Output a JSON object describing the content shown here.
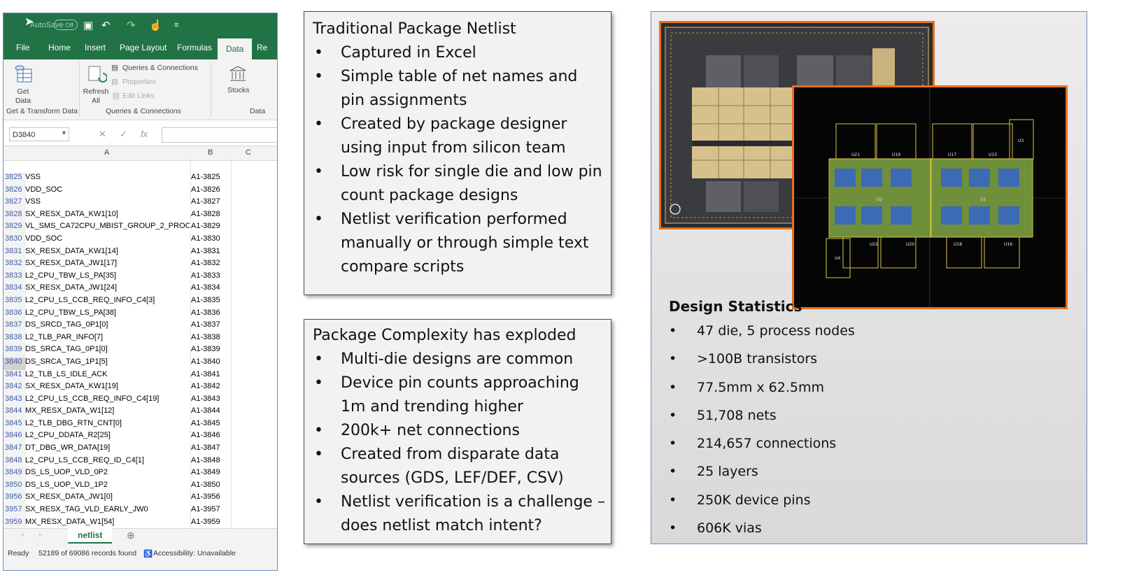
{
  "excel": {
    "autosave_label": "AutoSave",
    "autosave_state": "Off",
    "ribbon_tabs": [
      "File",
      "Home",
      "Insert",
      "Page Layout",
      "Formulas",
      "Data",
      "Re"
    ],
    "active_tab": "Data",
    "ribbon": {
      "get_data": "Get Data",
      "refresh_all": "Refresh All",
      "queries_connections": "Queries & Connections",
      "properties": "Properties",
      "edit_links": "Edit Links",
      "stocks": "Stocks",
      "group_get_transform": "Get & Transform Data",
      "group_queries": "Queries & Connections",
      "group_data": "Data"
    },
    "name_box": "D3840",
    "fx_label": "fx",
    "columns": [
      "A",
      "B",
      "C"
    ],
    "selected_row": "3840",
    "rows": [
      {
        "num": "3825",
        "a": "VSS",
        "b": "A1-3825"
      },
      {
        "num": "3826",
        "a": "VDD_SOC",
        "b": "A1-3826"
      },
      {
        "num": "3827",
        "a": "VSS",
        "b": "A1-3827"
      },
      {
        "num": "3828",
        "a": "SX_RESX_DATA_KW1[10]",
        "b": "A1-3828"
      },
      {
        "num": "3829",
        "a": "VL_SMS_CA72CPU_MBIST_GROUP_2_PROC",
        "b": "A1-3829"
      },
      {
        "num": "3830",
        "a": "VDD_SOC",
        "b": "A1-3830"
      },
      {
        "num": "3831",
        "a": "SX_RESX_DATA_KW1[14]",
        "b": "A1-3831"
      },
      {
        "num": "3832",
        "a": "SX_RESX_DATA_JW1[17]",
        "b": "A1-3832"
      },
      {
        "num": "3833",
        "a": "L2_CPU_TBW_LS_PA[35]",
        "b": "A1-3833"
      },
      {
        "num": "3834",
        "a": "SX_RESX_DATA_JW1[24]",
        "b": "A1-3834"
      },
      {
        "num": "3835",
        "a": "L2_CPU_LS_CCB_REQ_INFO_C4[3]",
        "b": "A1-3835"
      },
      {
        "num": "3836",
        "a": "L2_CPU_TBW_LS_PA[38]",
        "b": "A1-3836"
      },
      {
        "num": "3837",
        "a": "DS_SRCD_TAG_0P1[0]",
        "b": "A1-3837"
      },
      {
        "num": "3838",
        "a": "L2_TLB_PAR_INFO[7]",
        "b": "A1-3838"
      },
      {
        "num": "3839",
        "a": "DS_SRCA_TAG_0P1[0]",
        "b": "A1-3839"
      },
      {
        "num": "3840",
        "a": "DS_SRCA_TAG_1P1[5]",
        "b": "A1-3840"
      },
      {
        "num": "3841",
        "a": "L2_TLB_LS_IDLE_ACK",
        "b": "A1-3841"
      },
      {
        "num": "3842",
        "a": "SX_RESX_DATA_KW1[19]",
        "b": "A1-3842"
      },
      {
        "num": "3843",
        "a": "L2_CPU_LS_CCB_REQ_INFO_C4[19]",
        "b": "A1-3843"
      },
      {
        "num": "3844",
        "a": "MX_RESX_DATA_W1[12]",
        "b": "A1-3844"
      },
      {
        "num": "3845",
        "a": "L2_TLB_DBG_RTN_CNT[0]",
        "b": "A1-3845"
      },
      {
        "num": "3846",
        "a": "L2_CPU_DDATA_R2[25]",
        "b": "A1-3846"
      },
      {
        "num": "3847",
        "a": "DT_DBG_WR_DATA[19]",
        "b": "A1-3847"
      },
      {
        "num": "3848",
        "a": "L2_CPU_LS_CCB_REQ_ID_C4[1]",
        "b": "A1-3848"
      },
      {
        "num": "3849",
        "a": "DS_LS_UOP_VLD_0P2",
        "b": "A1-3849"
      },
      {
        "num": "3850",
        "a": "DS_LS_UOP_VLD_1P2",
        "b": "A1-3850"
      },
      {
        "num": "3956",
        "a": "SX_RESX_DATA_JW1[0]",
        "b": "A1-3956"
      },
      {
        "num": "3957",
        "a": "SX_RESX_TAG_VLD_EARLY_JW0",
        "b": "A1-3957"
      },
      {
        "num": "3959",
        "a": "MX_RESX_DATA_W1[54]",
        "b": "A1-3959"
      }
    ],
    "sheet_tab": "netlist",
    "status_ready": "Ready",
    "status_records": "52189 of 69086 records found",
    "status_accessibility": "Accessibility: Unavailable"
  },
  "box1": {
    "heading": "Traditional Package Netlist",
    "bullets": [
      "Captured in Excel",
      "Simple table of net names and pin assignments",
      "Created by package designer using input from silicon team",
      "Low risk for single die and low pin count package designs",
      "Netlist verification performed manually or through simple text compare scripts"
    ]
  },
  "box2": {
    "heading": "Package Complexity has exploded",
    "bullets": [
      "Multi-die designs are common",
      "Device pin counts approaching 1m and trending higher",
      "200k+ net connections",
      "Created from disparate data sources (GDS, LEF/DEF, CSV)",
      "Netlist verification is a challenge – does netlist match intent?"
    ]
  },
  "design": {
    "title": "Design Statistics",
    "stats": [
      "47 die, 5 process nodes",
      ">100B transistors",
      "77.5mm x 62.5mm",
      "51,708 nets",
      "214,657 connections",
      "25 layers",
      "250K device pins",
      "606K vias"
    ],
    "die_labels": [
      "U21",
      "U19",
      "U17",
      "U15",
      "U3",
      "U2",
      "U1",
      "U22",
      "U20",
      "U18",
      "U16",
      "U4"
    ]
  },
  "colors": {
    "excel_green": "#217346",
    "accent_orange": "#e86e1c",
    "panel_border": "#6f86b8"
  },
  "icons": [
    "save-icon",
    "undo-icon",
    "redo-icon",
    "touch-icon",
    "customize-icon",
    "database-icon",
    "refresh-icon",
    "bank-icon",
    "add-sheet-icon",
    "accessibility-icon"
  ]
}
